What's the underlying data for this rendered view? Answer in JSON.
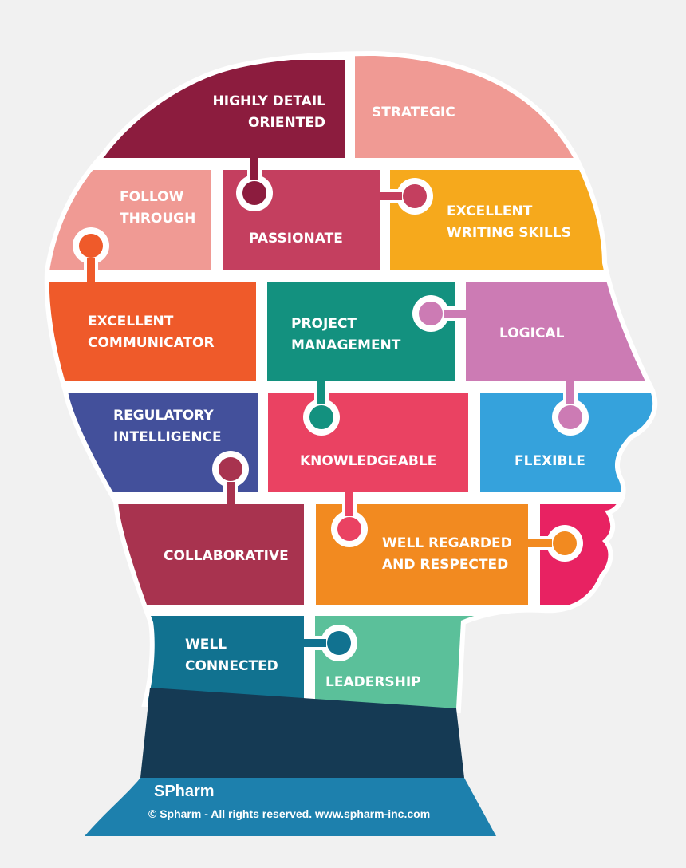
{
  "pieces": [
    {
      "id": "highly-detail-oriented",
      "lines": [
        "HIGHLY DETAIL",
        "ORIENTED"
      ],
      "color": "#8c1c3e"
    },
    {
      "id": "strategic",
      "lines": [
        "STRATEGIC"
      ],
      "color": "#f09a94"
    },
    {
      "id": "follow-through",
      "lines": [
        "FOLLOW",
        "THROUGH"
      ],
      "color": "#f09a94"
    },
    {
      "id": "passionate",
      "lines": [
        "PASSIONATE"
      ],
      "color": "#c43f5f"
    },
    {
      "id": "excellent-writing-skills",
      "lines": [
        "EXCELLENT",
        "WRITING SKILLS"
      ],
      "color": "#f6a91c"
    },
    {
      "id": "excellent-communicator",
      "lines": [
        "EXCELLENT",
        "COMMUNICATOR"
      ],
      "color": "#ef5a2a"
    },
    {
      "id": "project-management",
      "lines": [
        "PROJECT",
        "MANAGEMENT"
      ],
      "color": "#13917f"
    },
    {
      "id": "logical",
      "lines": [
        "LOGICAL"
      ],
      "color": "#cc7bb4"
    },
    {
      "id": "regulatory-intelligence",
      "lines": [
        "REGULATORY",
        "INTELLIGENCE"
      ],
      "color": "#43509b"
    },
    {
      "id": "knowledgeable",
      "lines": [
        "KNOWLEDGEABLE"
      ],
      "color": "#ea4262"
    },
    {
      "id": "flexible",
      "lines": [
        "FLEXIBLE"
      ],
      "color": "#35a2dc"
    },
    {
      "id": "collaborative",
      "lines": [
        "COLLABORATIVE"
      ],
      "color": "#a8334f"
    },
    {
      "id": "well-regarded",
      "lines": [
        "WELL REGARDED",
        "AND RESPECTED"
      ],
      "color": "#f28a20"
    },
    {
      "id": "lips",
      "lines": [],
      "color": "#e82262"
    },
    {
      "id": "well-connected",
      "lines": [
        "WELL",
        "CONNECTED"
      ],
      "color": "#117290"
    },
    {
      "id": "leadership",
      "lines": [
        "LEADERSHIP"
      ],
      "color": "#5bc09a"
    }
  ],
  "collar_color": "#153a54",
  "shoulder_color": "#1d80ad",
  "logo_text": "SPharm",
  "copyright": "© Spharm - All rights reserved.  www.spharm-inc.com"
}
